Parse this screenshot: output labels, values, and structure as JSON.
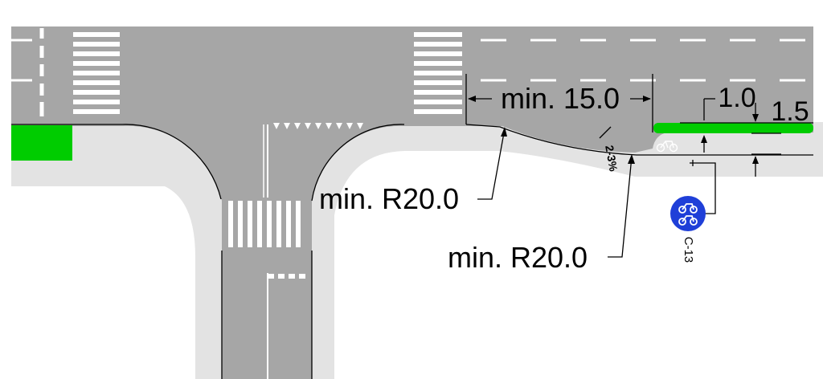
{
  "labels": {
    "setback_dim": "min. 15.0",
    "radius_left": "min. R20.0",
    "radius_lower": "min. R20.0",
    "lane_offset_dim": "1.0",
    "lane_width_dim": "1.5",
    "slope_label": "2-3%",
    "sign_code": "C-13"
  },
  "icons": {
    "sign": "bicycle-path-sign-icon",
    "lane_marking": "bicycle-symbol-icon"
  },
  "colors": {
    "road": "#a6a6a6",
    "sidewalk": "#e3e3e3",
    "bike_lane": "#00cc00",
    "sign_blue": "#1f3fd8",
    "marking": "#ffffff"
  }
}
